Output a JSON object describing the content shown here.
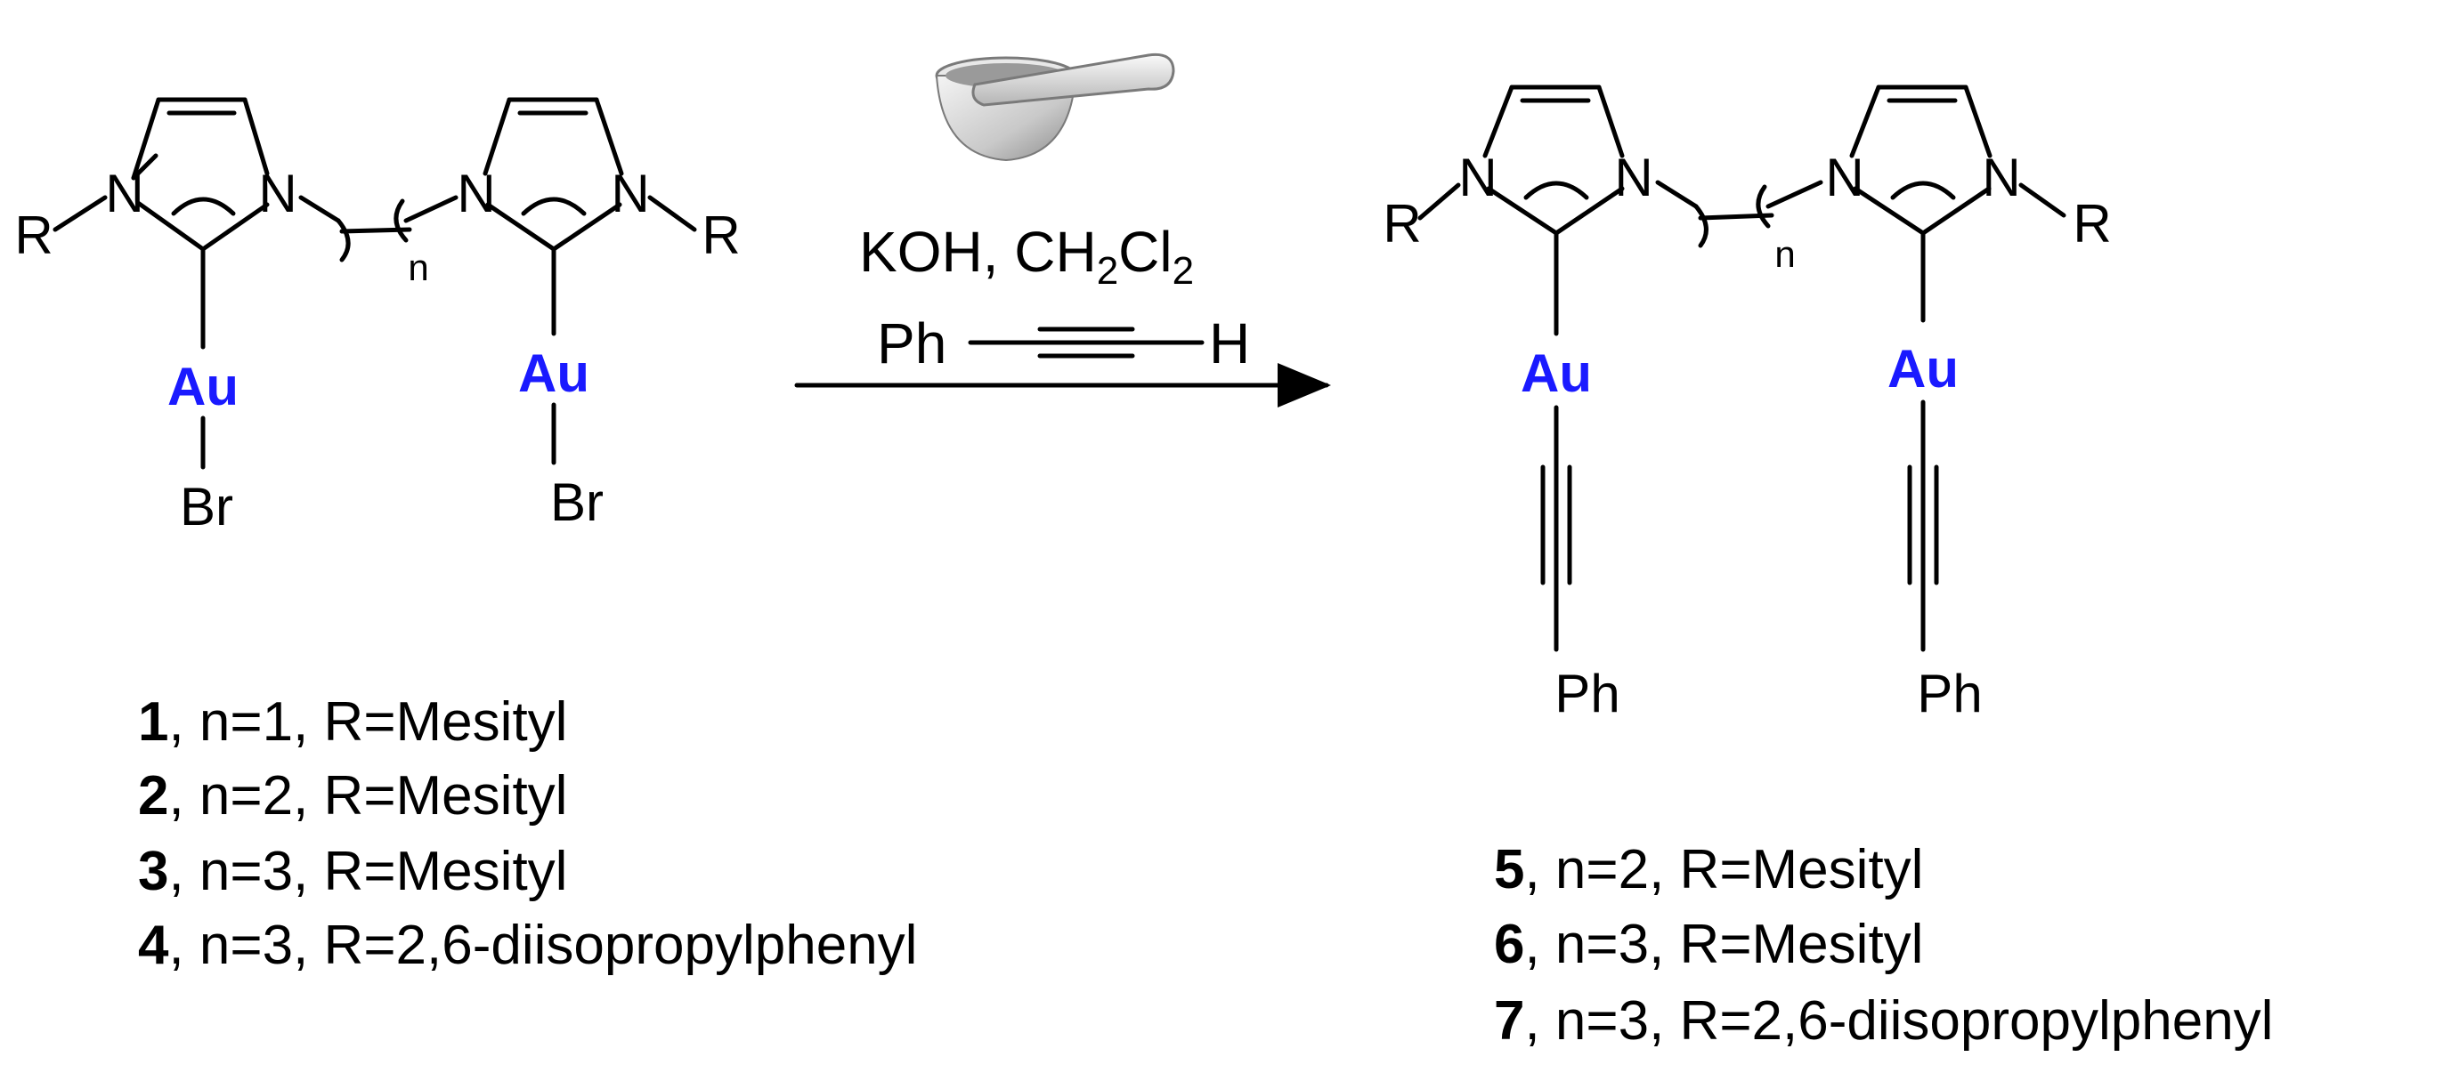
{
  "atoms": {
    "n": "N",
    "r": "R",
    "au": "Au",
    "br": "Br",
    "ph": "Ph",
    "h": "H",
    "n_sub": "n"
  },
  "colors": {
    "gold_label": "#1a1aff",
    "ink": "#000000"
  },
  "icons": {
    "reaction_device": "mortar-and-pestle-icon"
  },
  "conditions": {
    "base": "KOH, CH",
    "ch2_sub": "2",
    "cl": "Cl",
    "cl_sub": "2",
    "reagent_left": "Ph",
    "reagent_right": "H"
  },
  "reactant_labels": [
    {
      "num": "1",
      "text": ", n=1, R=Mesityl"
    },
    {
      "num": "2",
      "text": ", n=2, R=Mesityl"
    },
    {
      "num": "3",
      "text": ", n=3, R=Mesityl"
    },
    {
      "num": "4",
      "text": ", n=3, R=2,6-diisopropylphenyl"
    }
  ],
  "product_labels": [
    {
      "num": "5",
      "text": ", n=2, R=Mesityl"
    },
    {
      "num": "6",
      "text": ", n=3, R=Mesityl"
    },
    {
      "num": "7",
      "text": ", n=3, R=2,6-diisopropylphenyl"
    }
  ]
}
